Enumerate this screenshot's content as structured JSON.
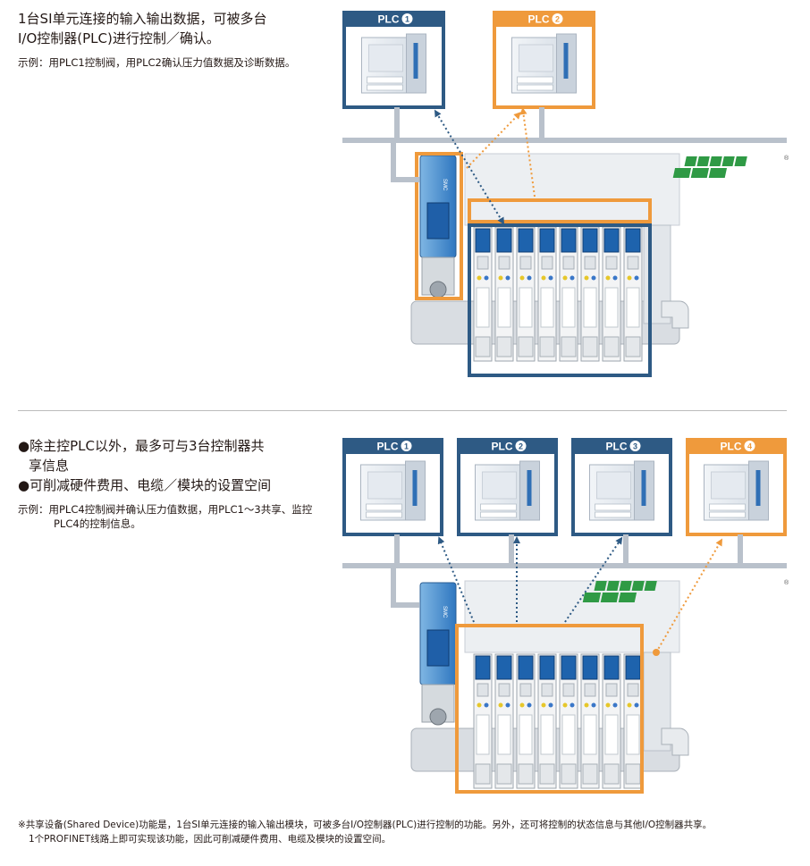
{
  "section1": {
    "heading_lines": [
      "1台SI单元连接的输入输出数据，可被多台",
      "I/O控制器(PLC)进行控制／确认。"
    ],
    "example": "示例：用PLC1控制阀，用PLC2确认压力值数据及诊断数据。",
    "plcs": [
      {
        "label": "PLC",
        "num": "1",
        "color": "#2e5a84"
      },
      {
        "label": "PLC",
        "num": "2",
        "color": "#ef9a3c"
      }
    ]
  },
  "section2": {
    "bullets": [
      "●除主控PLC以外，最多可与3台控制器共",
      "享信息",
      "●可削减硬件费用、电缆／模块的设置空间"
    ],
    "example": "示例：用PLC4控制阀并确认压力值数据，用PLC1～3共享、监控PLC4的控制信息。",
    "plcs": [
      {
        "label": "PLC",
        "num": "1",
        "color": "#2e5a84"
      },
      {
        "label": "PLC",
        "num": "2",
        "color": "#2e5a84"
      },
      {
        "label": "PLC",
        "num": "3",
        "color": "#2e5a84"
      },
      {
        "label": "PLC",
        "num": "4",
        "color": "#ef9a3c"
      }
    ]
  },
  "logo": {
    "row1": [
      "P",
      "R",
      "O",
      "F",
      "I"
    ],
    "row2": [
      "N",
      "E",
      "T"
    ],
    "mark": "®",
    "color": "#2f9a45"
  },
  "module_text": [
    "SMC"
  ],
  "footnote": [
    "※共享设备(Shared Device)功能是，1台SI单元连接的输入输出模块，可被多台I/O控制器(PLC)进行控制的功能。另外，还可将控制的状态信息与其他I/O控制器共享。",
    "1个PROFINET线路上即可实现该功能，因此可削减硬件费用、电缆及模块的设置空间。"
  ],
  "colors": {
    "navy": "#2e5a84",
    "orange": "#ef9a3c",
    "gray_line": "#b9c1cb"
  }
}
